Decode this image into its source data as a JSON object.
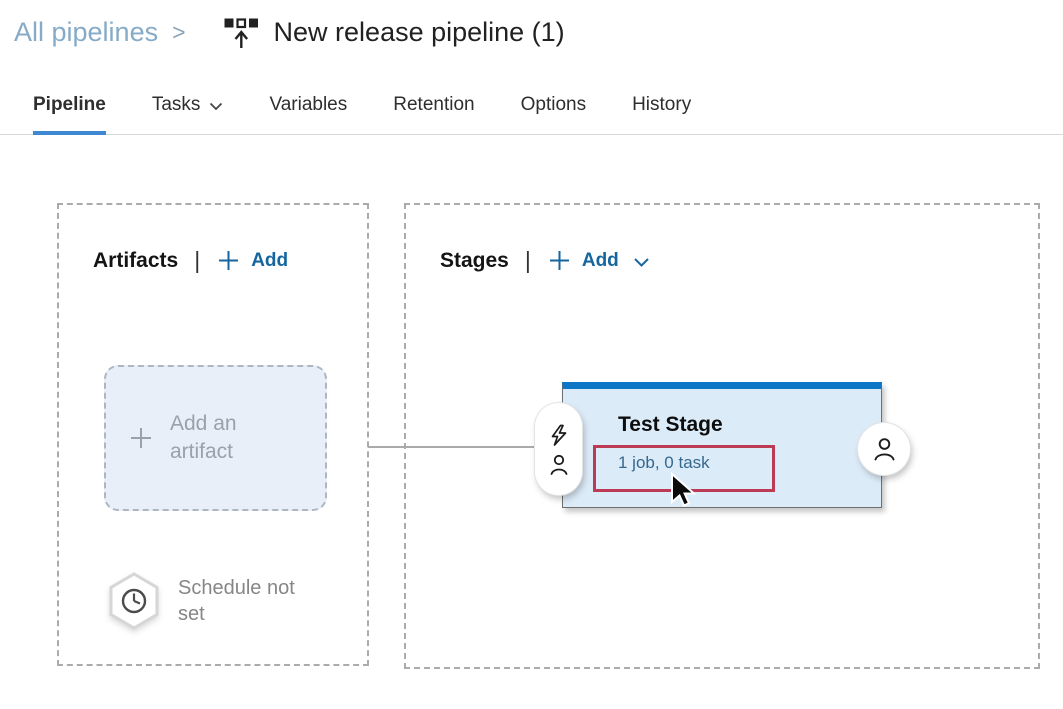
{
  "breadcrumb": {
    "parent": "All pipelines",
    "separator": ">",
    "current": "New release pipeline (1)"
  },
  "tabs": [
    {
      "label": "Pipeline"
    },
    {
      "label": "Tasks"
    },
    {
      "label": "Variables"
    },
    {
      "label": "Retention"
    },
    {
      "label": "Options"
    },
    {
      "label": "History"
    }
  ],
  "artifacts_panel": {
    "title": "Artifacts",
    "divider": "|",
    "add_label": "Add",
    "placeholder_text": "Add an artifact",
    "schedule_text": "Schedule not set"
  },
  "stages_panel": {
    "title": "Stages",
    "divider": "|",
    "add_label": "Add",
    "stage": {
      "name": "Test Stage",
      "meta": "1 job, 0 task"
    }
  },
  "icons": {
    "breadcrumb_icon": "release-pipeline-icon",
    "pill_icons": [
      "lightning-icon",
      "person-icon"
    ],
    "circle_icon": "person-icon",
    "schedule_icon": "clock-in-hexagon-icon"
  },
  "colors": {
    "accent_blue": "#15669f",
    "tab_underline": "#3e87d3",
    "stage_top_bar": "#0d76c6",
    "stage_background": "#dcebf8",
    "annotation_red": "#bc3a54",
    "breadcrumb_link": "#85abc8",
    "link_blue": "#35688f"
  }
}
